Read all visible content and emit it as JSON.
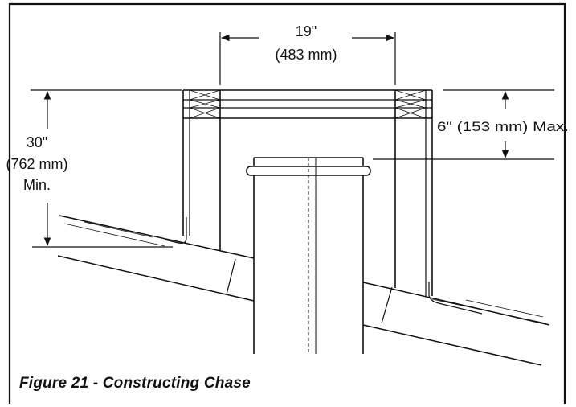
{
  "labels": {
    "width_in": "19\"",
    "width_mm": "(483 mm)",
    "height_in": "30\"",
    "height_mm": "(762 mm)",
    "height_note": "Min.",
    "clearance": "6\" (153 mm) Max."
  },
  "caption": "Figure 21 - Constructing Chase",
  "colors": {
    "line": "#111111",
    "background": "#ffffff"
  }
}
